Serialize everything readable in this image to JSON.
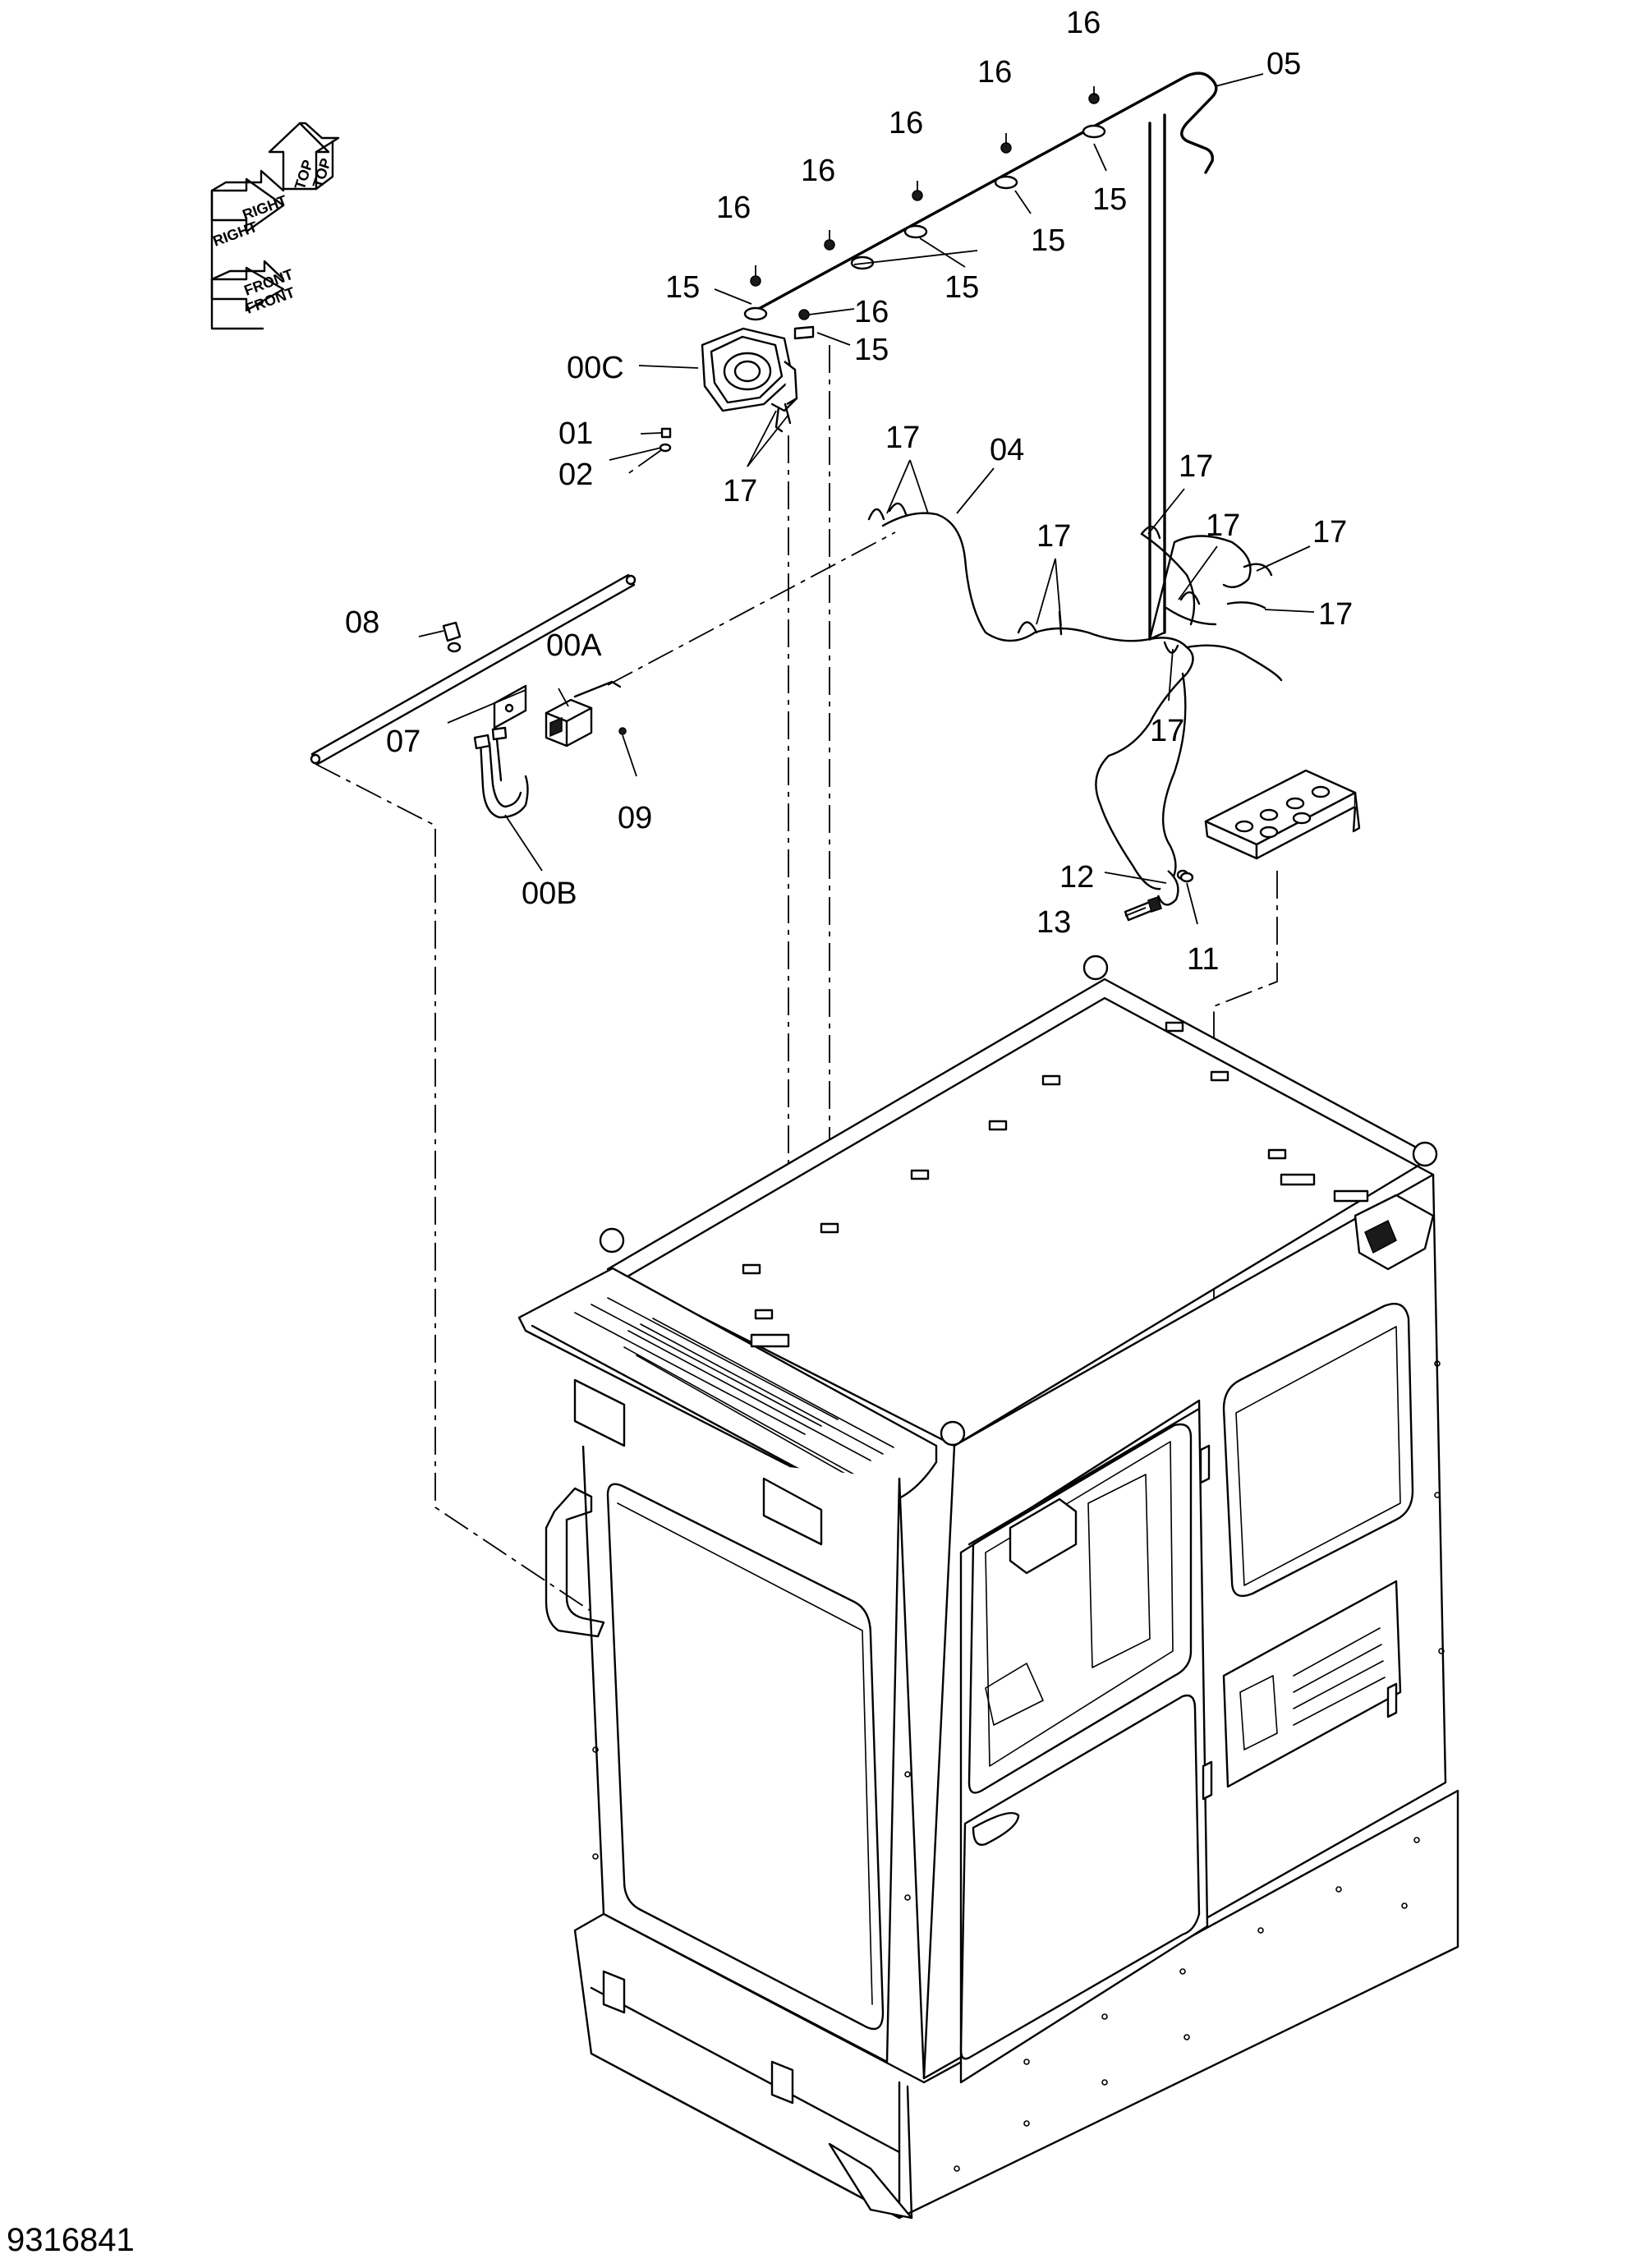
{
  "drawing_number": "9316841",
  "orientation_labels": {
    "top_1": "TOP",
    "top_2": "TOP",
    "right_1": "RIGHT",
    "right_2": "RIGHT",
    "front_1": "FRONT",
    "front_2": "FRONT"
  },
  "callouts": {
    "c01": "01",
    "c02": "02",
    "c04": "04",
    "c05": "05",
    "c07": "07",
    "c08": "08",
    "c09": "09",
    "c00A": "00A",
    "c00B": "00B",
    "c00C": "00C",
    "c11": "11",
    "c12": "12",
    "c13": "13",
    "c15a": "15",
    "c15b": "15",
    "c15c": "15",
    "c15d": "15",
    "c15e": "15",
    "c16a": "16",
    "c16b": "16",
    "c16c": "16",
    "c16d": "16",
    "c16e": "16",
    "c16f": "16",
    "c17a": "17",
    "c17b": "17",
    "c17c": "17",
    "c17d": "17",
    "c17e": "17",
    "c17f": "17",
    "c17g": "17",
    "c17h": "17"
  }
}
